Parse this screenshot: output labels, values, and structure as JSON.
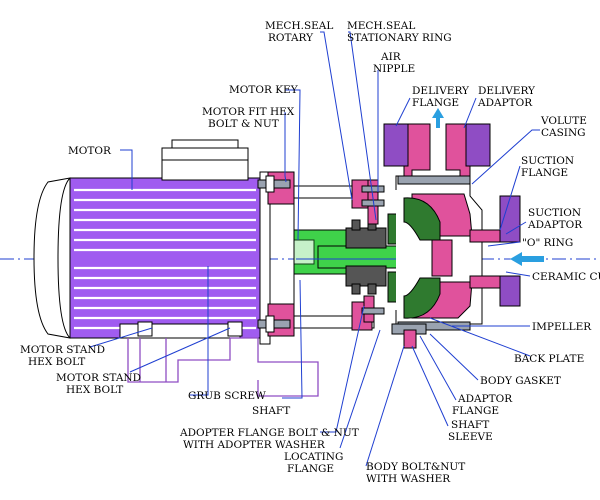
{
  "labels": {
    "motor": "MOTOR",
    "mech_seal_rotary": [
      "MECH.SEAL",
      "ROTARY"
    ],
    "mech_seal_stationary": [
      "MECH.SEAL",
      "STATIONARY RING"
    ],
    "air_nipple": [
      "AIR",
      "NIPPLE"
    ],
    "delivery_flange": [
      "DELIVERY",
      "FLANGE"
    ],
    "delivery_adaptor": [
      "DELIVERY",
      "ADAPTOR"
    ],
    "volute_casing": [
      "VOLUTE",
      "CASING"
    ],
    "suction_flange": [
      "SUCTION",
      "FLANGE"
    ],
    "suction_adaptor": [
      "SUCTION",
      "ADAPTOR"
    ],
    "o_ring": "\"O\" RING",
    "ceramic_cup": "CERAMIC CUP",
    "motor_key": "MOTOR KEY",
    "motor_fit_hex": [
      "MOTOR FIT HEX",
      "BOLT & NUT"
    ],
    "impeller": "IMPELLER",
    "back_plate": "BACK PLATE",
    "body_gasket": "BODY GASKET",
    "adaptor_flange": [
      "ADAPTOR",
      "FLANGE"
    ],
    "shaft_sleeve": [
      "SHAFT",
      "SLEEVE"
    ],
    "motor_stand_hex_bolt_1": [
      "MOTOR STAND",
      "HEX BOLT"
    ],
    "motor_stand_hex_bolt_2": [
      "MOTOR STAND",
      "HEX BOLT"
    ],
    "grub_screw": "GRUB SCREW",
    "shaft": "SHAFT",
    "adopter_flange_bolt": [
      "ADOPTER FLANGE BOLT & NUT",
      "WITH ADOPTER WASHER"
    ],
    "locating_flange": [
      "LOCATING",
      "FLANGE"
    ],
    "body_bolt_nut": [
      "BODY BOLT&NUT",
      "WITH WASHER"
    ]
  },
  "colors": {
    "motor_fill": "#a05cf0",
    "flange_fill": "#e0529c",
    "leader": "#1f3fd1",
    "seal_green": "#2f7a2f",
    "shaft_green": "#3fd24a",
    "casing_purple": "#8f4dc4"
  }
}
